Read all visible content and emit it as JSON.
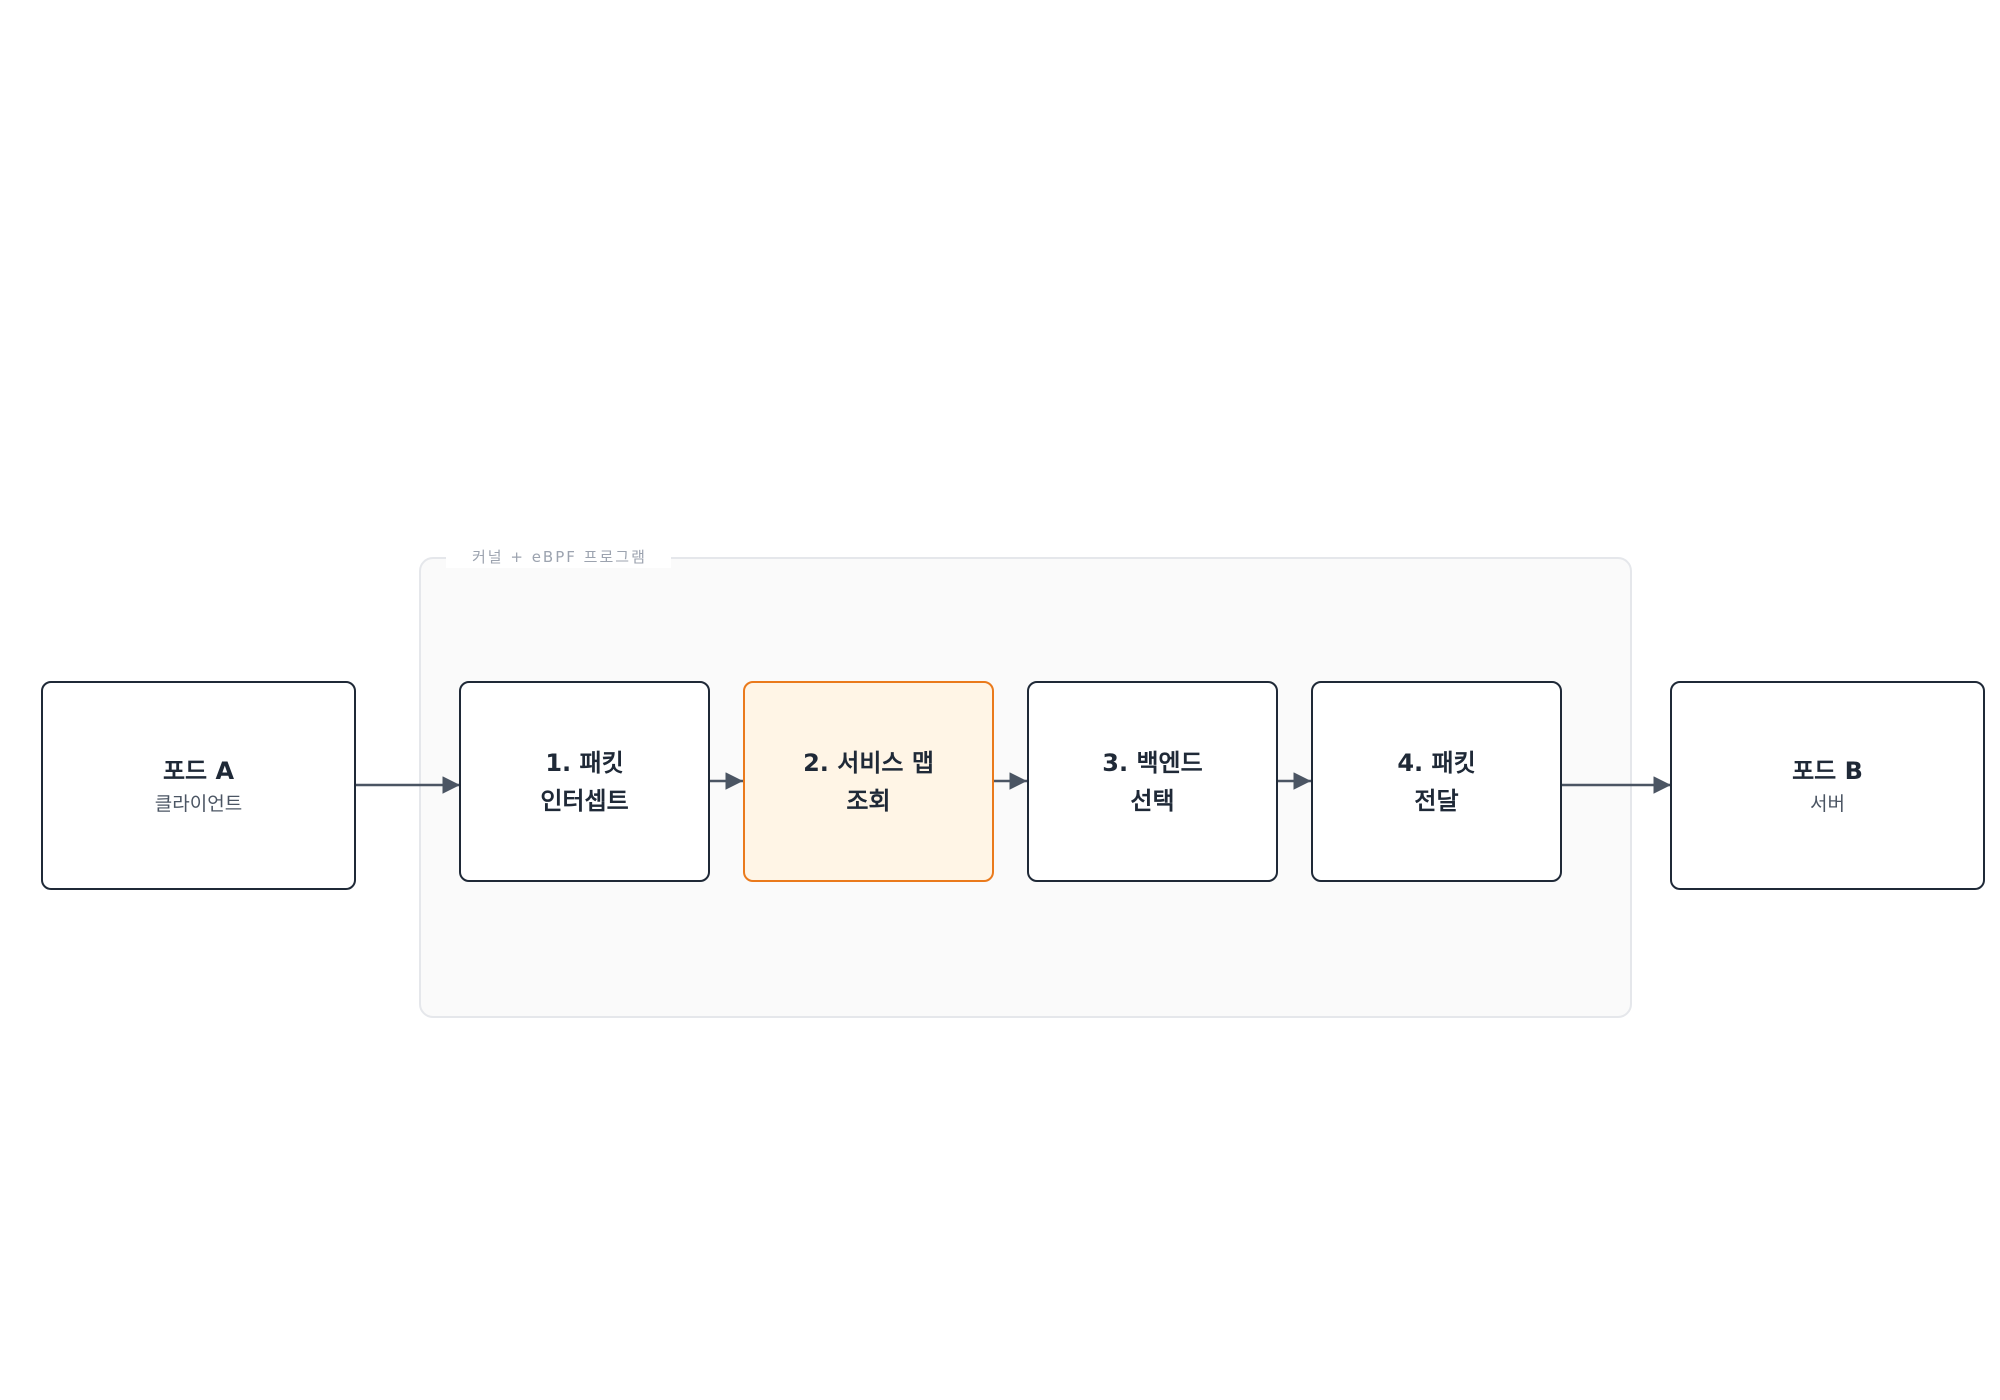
{
  "group": {
    "label": "커널 + eBPF 프로그램"
  },
  "nodes": {
    "pod_a": {
      "title": "포드 A",
      "subtitle": "클라이언트"
    },
    "step1": {
      "title": "1. 패킷\n인터셉트"
    },
    "step2": {
      "title": "2. 서비스 맵\n조회"
    },
    "step3": {
      "title": "3. 백엔드\n선택"
    },
    "step4": {
      "title": "4. 패킷\n전달"
    },
    "pod_b": {
      "title": "포드 B",
      "subtitle": "서버"
    }
  },
  "colors": {
    "node_border": "#1f2937",
    "highlight_fill": "#fff5e6",
    "highlight_border": "#ea7a1c",
    "group_fill": "#fafafa",
    "group_border": "#e5e7eb",
    "edge": "#4b5563"
  }
}
